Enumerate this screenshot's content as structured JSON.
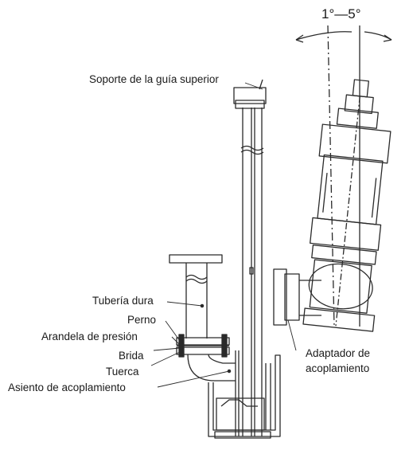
{
  "diagram": {
    "angle_label": "1°—5°",
    "labels": {
      "upper_guide_bracket": "Soporte de la guía superior",
      "rigid_pipe": "Tubería dura",
      "bolt": "Perno",
      "lock_washer": "Arandela de presión",
      "flange": "Brida",
      "nut": "Tuerca",
      "coupling_seat": "Asiento de acoplamiento",
      "coupling_adapter_line1": "Adaptador de",
      "coupling_adapter_line2": "acoplamiento"
    }
  }
}
